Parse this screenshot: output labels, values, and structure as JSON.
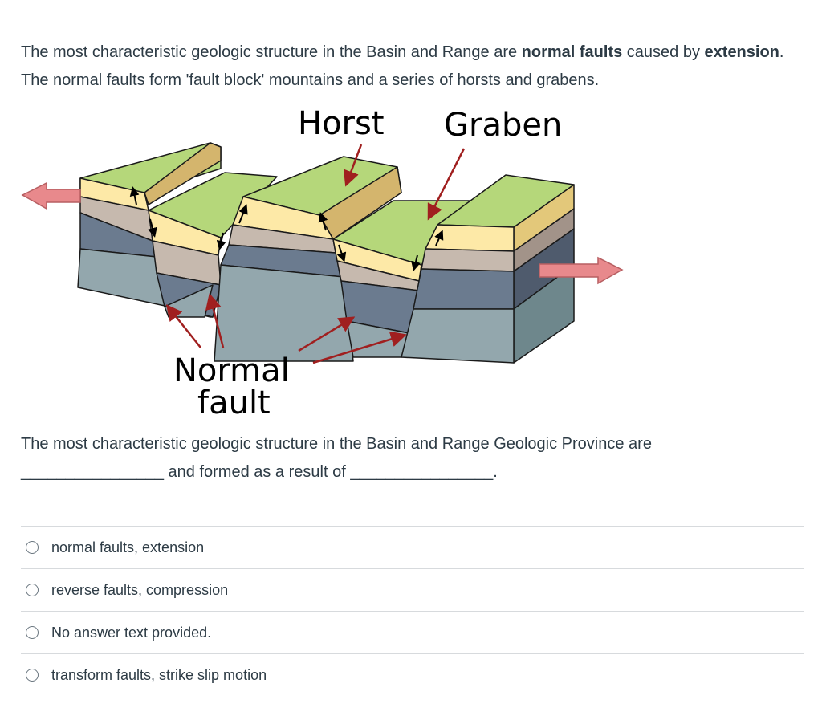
{
  "intro": {
    "part1": "The most characteristic geologic structure in the Basin and Range are ",
    "bold1": "normal faults",
    "part2": " caused by ",
    "bold2": "extension",
    "part3": ". The normal faults form 'fault block' mountains and a series of horsts and grabens."
  },
  "figure": {
    "horst_label": "Horst",
    "graben_label": "Graben",
    "normal_label": "Normal",
    "fault_label": "fault",
    "colors": {
      "grass": "#b5d77a",
      "sand": "#fde9a7",
      "tan": "#c6b9ae",
      "slate": "#6b7b8f",
      "gray": "#93a7ad",
      "arrow_red": "#a01f1f",
      "pink_arrow": "#e8898c"
    }
  },
  "question": {
    "line1": "The most characteristic geologic structure in the Basin and Range Geologic Province are",
    "blank1": "________________",
    "middle": " and formed as a result of ",
    "blank2": "________________",
    "end": "."
  },
  "answers": [
    {
      "label": "normal faults, extension"
    },
    {
      "label": "reverse faults, compression"
    },
    {
      "label": "No answer text provided."
    },
    {
      "label": "transform faults, strike slip motion"
    }
  ]
}
